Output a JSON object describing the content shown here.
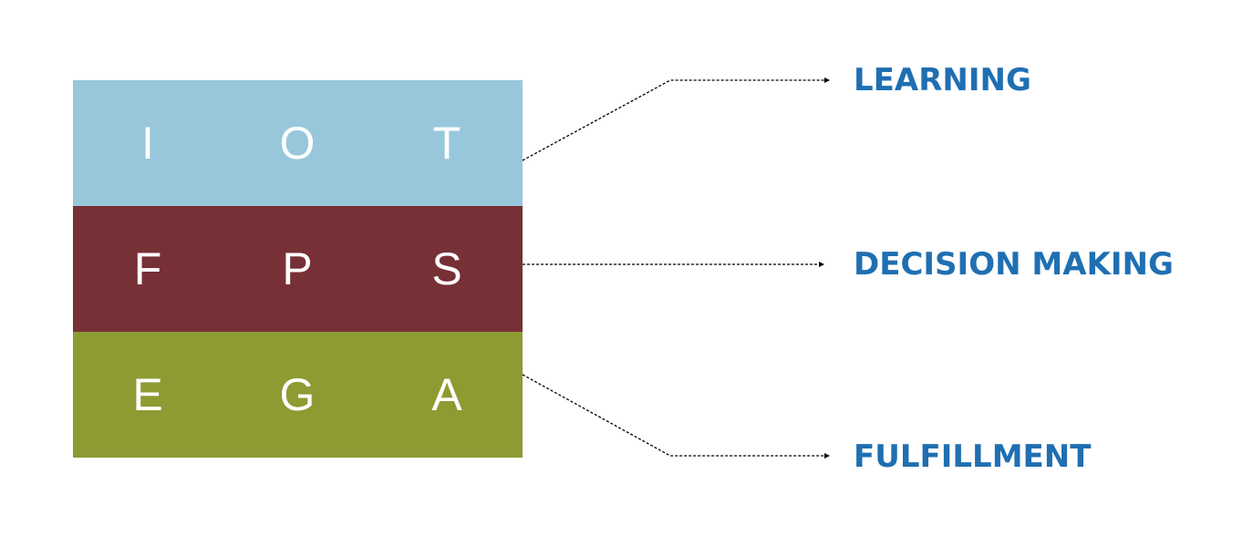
{
  "grid": {
    "rows": [
      {
        "color": "#98c7dc",
        "letters": [
          "I",
          "O",
          "T"
        ]
      },
      {
        "color": "#773035",
        "letters": [
          "F",
          "P",
          "S"
        ]
      },
      {
        "color": "#8e9b33",
        "letters": [
          "E",
          "G",
          "A"
        ]
      }
    ]
  },
  "labels": {
    "learning": "LEARNING",
    "decision_making": "DECISION MAKING",
    "fulfillment": "FULFILLMENT"
  },
  "colors": {
    "label_text": "#1f6fb2",
    "connector": "#000000"
  }
}
